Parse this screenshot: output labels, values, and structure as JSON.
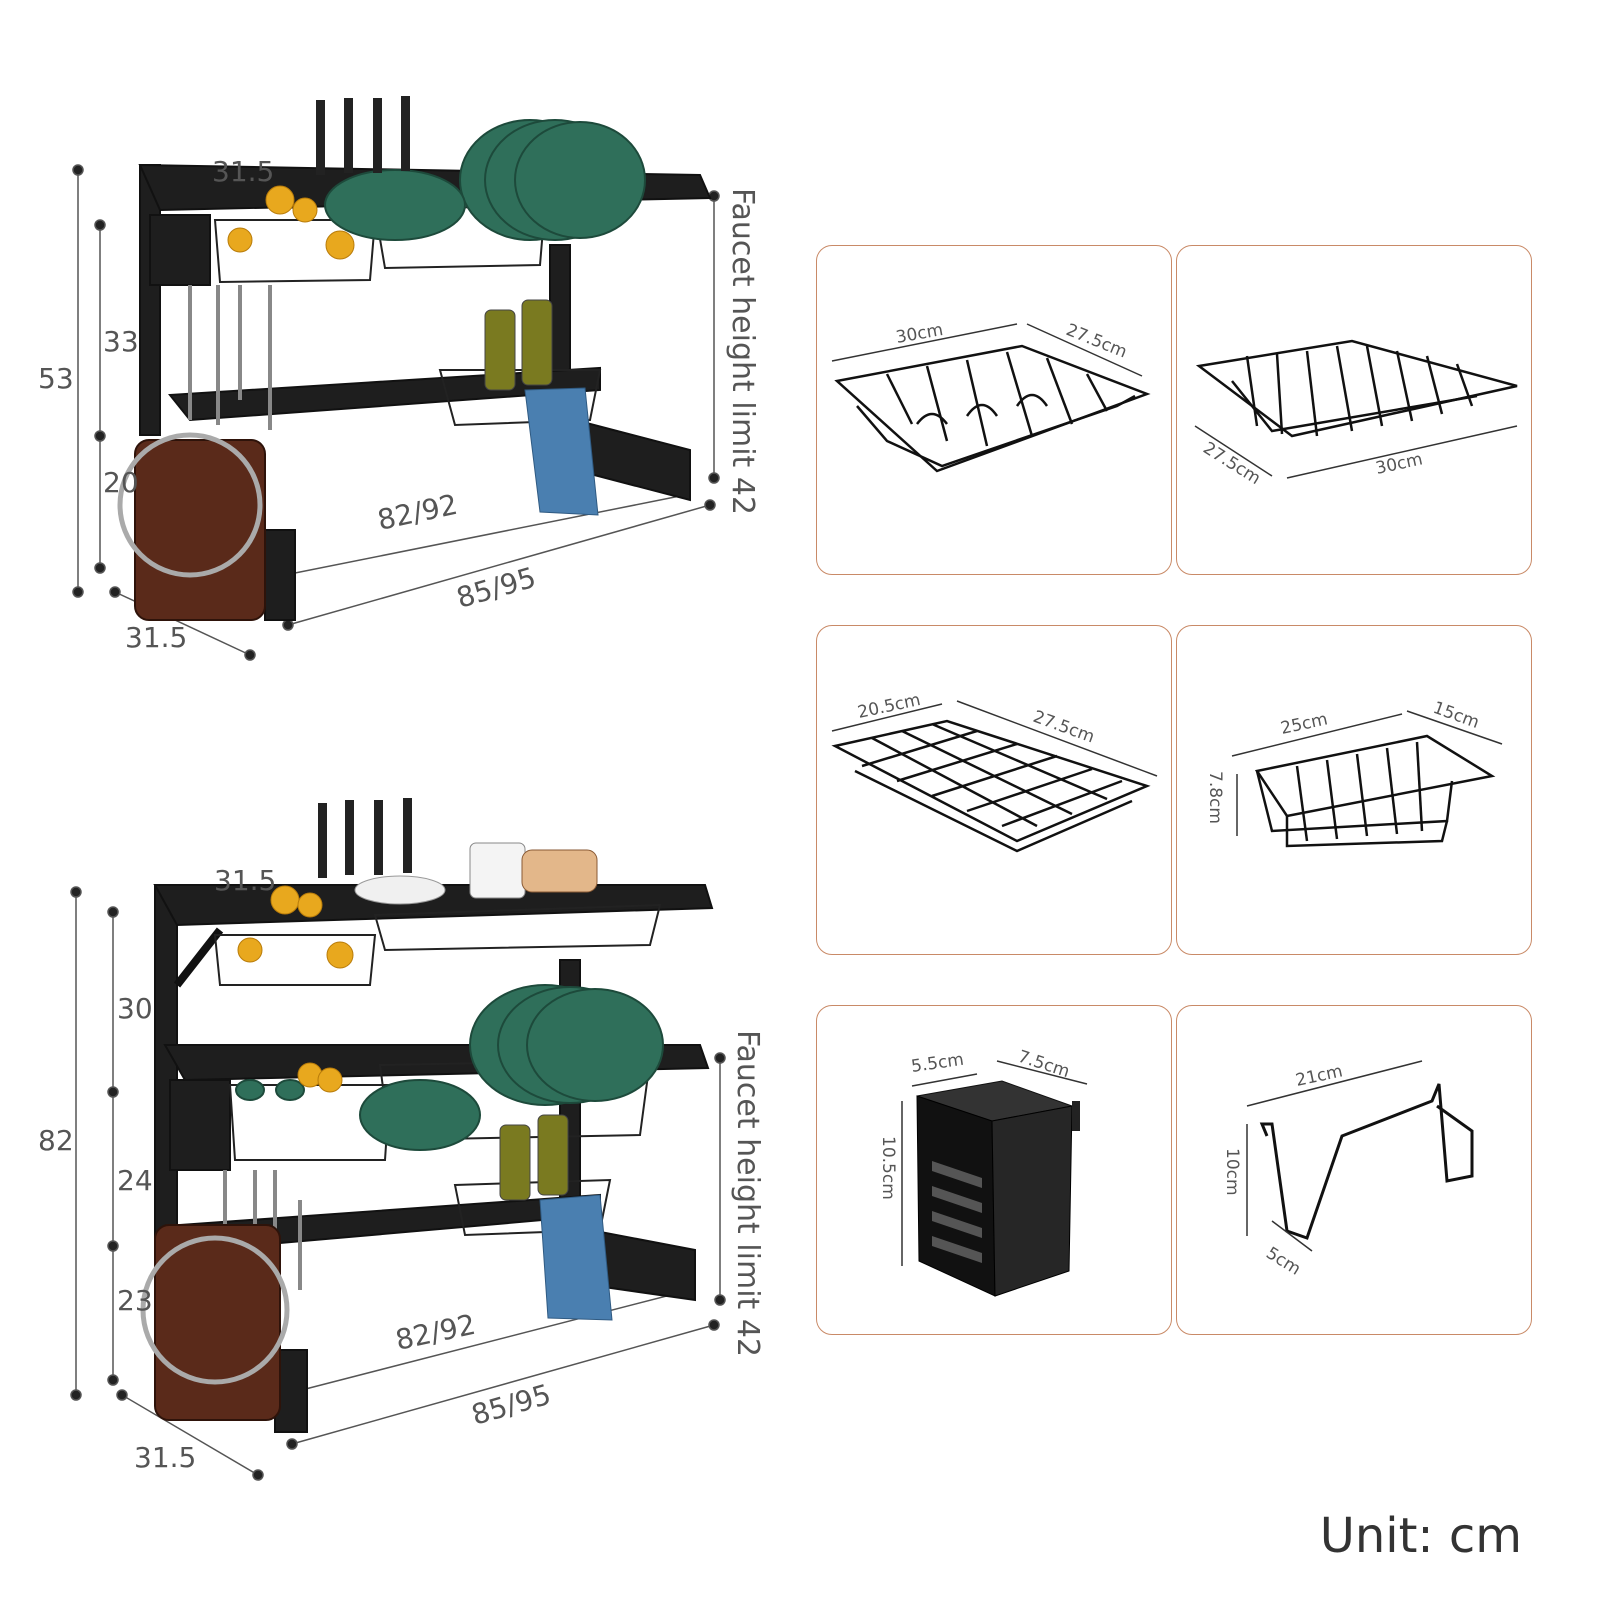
{
  "unit_label": "Unit: cm",
  "rack_two_tier": {
    "total_height": "53",
    "upper_gap": "33",
    "lower_gap": "20",
    "top_depth": "31.5",
    "faucet_label": "Faucet height limit 42",
    "inner_width": "82/92",
    "outer_width": "85/95",
    "base_depth": "31.5"
  },
  "rack_three_tier": {
    "total_height": "82",
    "upper_gap": "30",
    "middle_gap": "24",
    "lower_gap": "23",
    "top_depth": "31.5",
    "faucet_label": "Faucet height limit 42",
    "inner_width": "82/92",
    "outer_width": "85/95",
    "base_depth": "31.5"
  },
  "accessories": {
    "dish_basket_a": {
      "width": "30cm",
      "depth": "27.5cm"
    },
    "dish_basket_b": {
      "width": "30cm",
      "depth": "27.5cm"
    },
    "drain_tray": {
      "width": "20.5cm",
      "depth": "27.5cm"
    },
    "sponge_basket": {
      "width": "25cm",
      "depth": "15cm",
      "height": "7.8cm"
    },
    "utensil_holder": {
      "width": "5.5cm",
      "depth": "7.5cm",
      "height": "10.5cm"
    },
    "lid_hook": {
      "width": "21cm",
      "height": "10cm",
      "depth": "5cm"
    }
  },
  "colors": {
    "frame": "#1e1e1e",
    "panel_border": "#c98a67",
    "plate_green": "#2f6f5a",
    "towel_blue": "#4a7fb0",
    "board_brown": "#5a2a1a"
  }
}
